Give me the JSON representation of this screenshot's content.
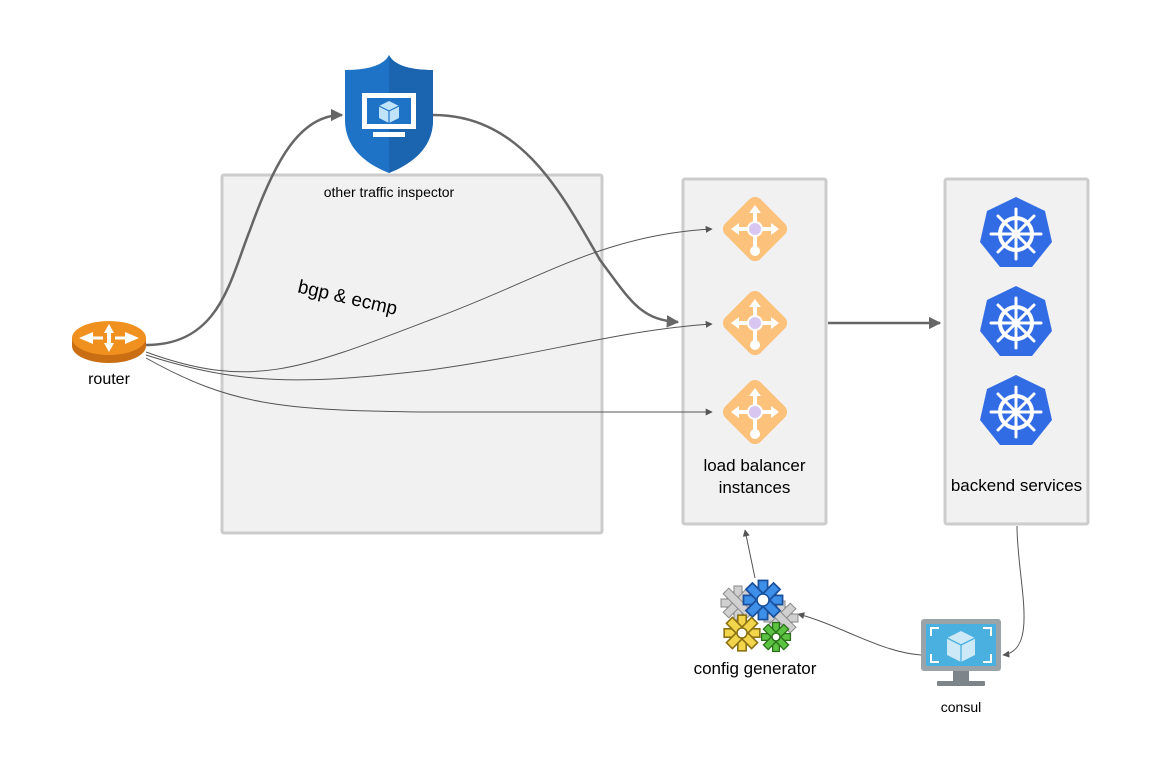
{
  "labels": {
    "router": "router",
    "inspector": "other traffic inspector",
    "bgp": "bgp & ecmp",
    "lb_line1": "load balancer",
    "lb_line2": "instances",
    "backend": "backend services",
    "config": "config generator",
    "consul": "consul"
  },
  "colors": {
    "router": "#f0901f",
    "shield": "#1f73c7",
    "lb_diamond": "#fcc17a",
    "lb_center": "#d8c6f0",
    "k8s": "#326ce5",
    "consul_screen": "#4ab0e0",
    "box_fill": "#f1f1f1",
    "box_stroke": "#cccccc"
  },
  "icons": {
    "router": "router-icon",
    "inspector": "shield-monitor-icon",
    "load_balancer": "load-balancer-icon",
    "backend": "kubernetes-icon",
    "config": "gears-icon",
    "consul": "monitor-cube-icon"
  }
}
